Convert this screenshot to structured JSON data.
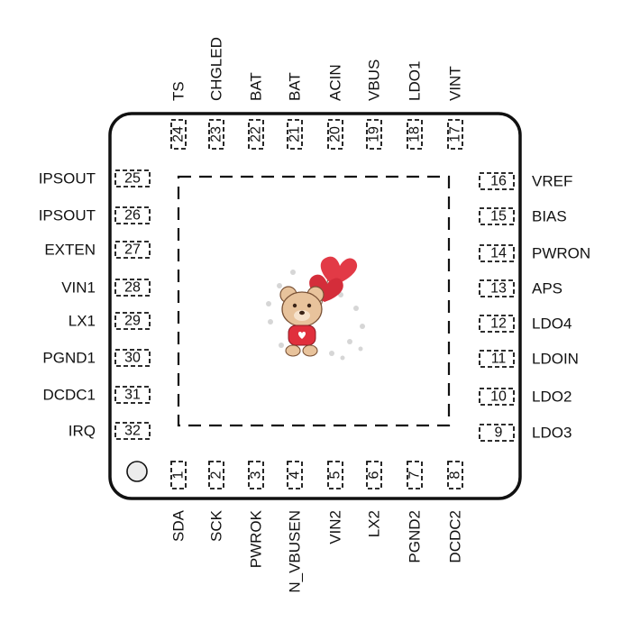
{
  "package": {
    "colors": {
      "outline": "#111111",
      "background": "#ffffff",
      "heart": "#e23a46",
      "bear_body": "#e8c39c",
      "bear_shirt": "#e02f3c",
      "pin1_marker": "#ececec"
    },
    "pad_outline_style": "dashed",
    "center_image": "teddy-bear-with-heart-balloons"
  },
  "pins": {
    "bottom": [
      {
        "num": "1",
        "label": "SDA"
      },
      {
        "num": "2",
        "label": "SCK"
      },
      {
        "num": "3",
        "label": "PWROK"
      },
      {
        "num": "4",
        "label": "N_VBUSEN"
      },
      {
        "num": "5",
        "label": "VIN2"
      },
      {
        "num": "6",
        "label": "LX2"
      },
      {
        "num": "7",
        "label": "PGND2"
      },
      {
        "num": "8",
        "label": "DCDC2"
      }
    ],
    "right": [
      {
        "num": "9",
        "label": "LDO3"
      },
      {
        "num": "10",
        "label": "LDO2"
      },
      {
        "num": "11",
        "label": "LDOIN"
      },
      {
        "num": "12",
        "label": "LDO4"
      },
      {
        "num": "13",
        "label": "APS"
      },
      {
        "num": "14",
        "label": "PWRON"
      },
      {
        "num": "15",
        "label": "BIAS"
      },
      {
        "num": "16",
        "label": "VREF"
      }
    ],
    "top": [
      {
        "num": "17",
        "label": "VINT"
      },
      {
        "num": "18",
        "label": "LDO1"
      },
      {
        "num": "19",
        "label": "VBUS"
      },
      {
        "num": "20",
        "label": "ACIN"
      },
      {
        "num": "21",
        "label": "BAT"
      },
      {
        "num": "22",
        "label": "BAT"
      },
      {
        "num": "23",
        "label": "CHGLED"
      },
      {
        "num": "24",
        "label": "TS"
      }
    ],
    "left": [
      {
        "num": "25",
        "label": "IPSOUT"
      },
      {
        "num": "26",
        "label": "IPSOUT"
      },
      {
        "num": "27",
        "label": "EXTEN"
      },
      {
        "num": "28",
        "label": "VIN1"
      },
      {
        "num": "29",
        "label": "LX1"
      },
      {
        "num": "30",
        "label": "PGND1"
      },
      {
        "num": "31",
        "label": "DCDC1"
      },
      {
        "num": "32",
        "label": "IRQ"
      }
    ]
  }
}
